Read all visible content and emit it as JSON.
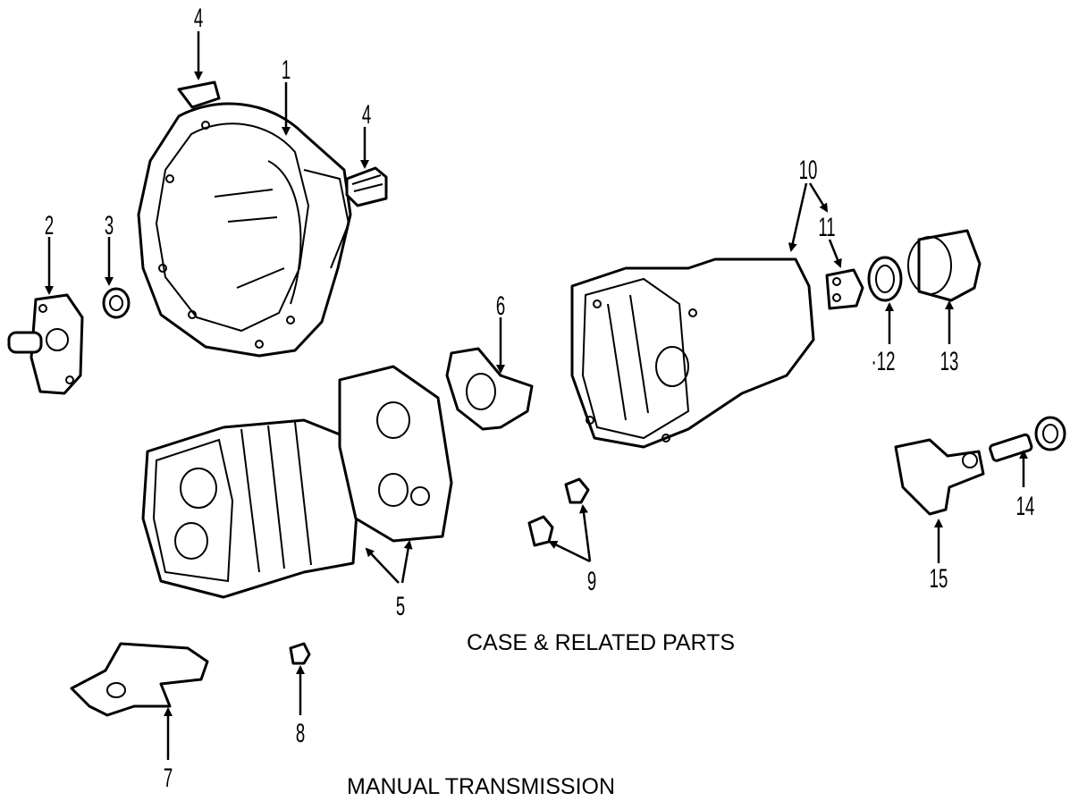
{
  "callouts": {
    "c1": "1",
    "c2": "2",
    "c3": "3",
    "c4a": "4",
    "c4b": "4",
    "c5": "5",
    "c6": "6",
    "c7": "7",
    "c8": "8",
    "c9": "9",
    "c10": "10",
    "c11": "11",
    "c12": "·12",
    "c13": "13",
    "c14": "14",
    "c15": "15"
  },
  "captions": {
    "section": "CASE & RELATED PARTS",
    "title": "MANUAL TRANSMISSION"
  }
}
